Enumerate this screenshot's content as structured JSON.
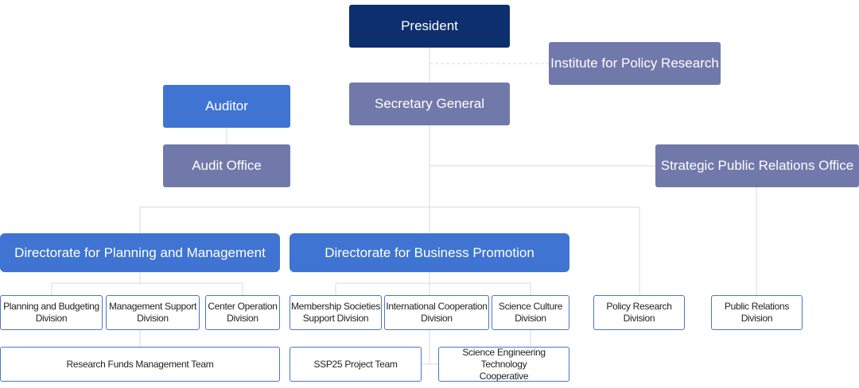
{
  "org_chart": {
    "president": "President",
    "institute": "Institute for Policy Research",
    "secretary_general": "Secretary General",
    "auditor": "Auditor",
    "audit_office": "Audit Office",
    "strategic_pr_office": "Strategic Public Relations Office",
    "dir_planning": "Directorate for Planning and Management",
    "dir_business": "Directorate for Business Promotion",
    "planning_budgeting": "Planning and Budgeting\nDivision",
    "management_support": "Management Support\nDivision",
    "center_operation": "Center Operation\nDivision",
    "research_funds": "Research Funds Management Team",
    "membership_societies": "Membership Societies\nSupport Division",
    "international_cooperation": "International Cooperation\nDivision",
    "science_culture": "Science Culture\nDivision",
    "ssp25": "SSP25 Project Team",
    "science_engineering": "Science Engineering Technology\nCooperative",
    "policy_research": "Policy Research\nDivision",
    "public_relations": "Public Relations\nDivision"
  },
  "colors": {
    "navy": "#0e2f6e",
    "slate": "#7179ab",
    "blue": "#3f74d2",
    "outline": "#4a74c8",
    "connector": "#d8d8d8"
  }
}
